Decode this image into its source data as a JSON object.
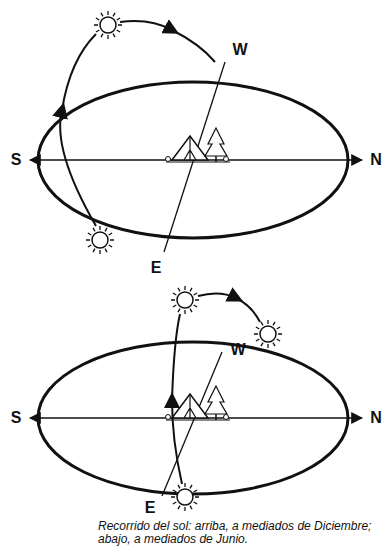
{
  "diagram": {
    "caption": "Recorrido del sol: arriba, a mediados de Diciembre; abajo, a mediados de Junio.",
    "labels": [
      "W",
      "S",
      "N",
      "E",
      "W",
      "S",
      "N",
      "E"
    ]
  }
}
